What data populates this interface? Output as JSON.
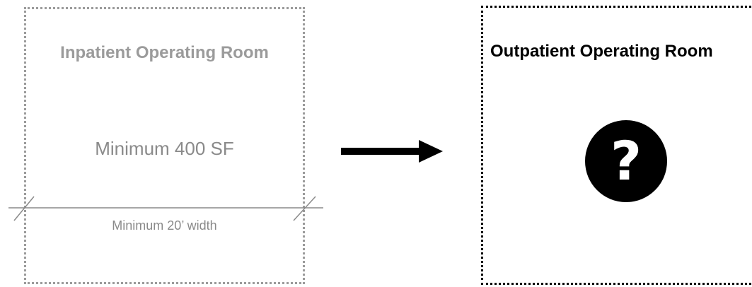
{
  "inpatient": {
    "title": "Inpatient Operating Room",
    "area": "Minimum 400 SF",
    "width": "Minimum 20’ width"
  },
  "outpatient": {
    "title": "Outpatient Operating Room",
    "icon": "question-mark-icon",
    "icon_glyph": "?"
  },
  "colors": {
    "inpatient_border": "#9b9b9b",
    "inpatient_text": "#8a8a8a",
    "outpatient_border": "#000000",
    "arrow": "#000000"
  }
}
